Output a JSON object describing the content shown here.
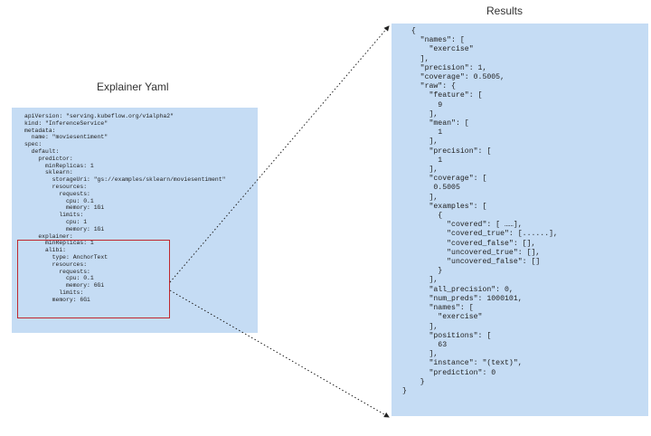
{
  "left_title": "Explainer Yaml",
  "right_title": "Results",
  "yaml_lines": [
    "apiVersion: \"serving.kubeflow.org/v1alpha2\"",
    "kind: \"InferenceService\"",
    "metadata:",
    "  name: \"moviesentiment\"",
    "spec:",
    "  default:",
    "    predictor:",
    "      minReplicas: 1",
    "      sklearn:",
    "        storageUri: \"gs://examples/sklearn/moviesentiment\"",
    "        resources:",
    "          requests:",
    "            cpu: 0.1",
    "            memory: 1Gi",
    "          limits:",
    "            cpu: 1",
    "            memory: 1Gi",
    "    explainer:",
    "      minReplicas: 1",
    "      alibi:",
    "        type: AnchorText",
    "        resources:",
    "          requests:",
    "            cpu: 0.1",
    "            memory: 6Gi",
    "          limits:",
    "        memory: 6Gi"
  ],
  "json_lines": [
    "  {",
    "    \"names\": [",
    "      \"exercise\"",
    "    ],",
    "    \"precision\": 1,",
    "    \"coverage\": 0.5005,",
    "    \"raw\": {",
    "      \"feature\": [",
    "        9",
    "      ],",
    "      \"mean\": [",
    "        1",
    "      ],",
    "      \"precision\": [",
    "        1",
    "      ],",
    "      \"coverage\": [",
    "       0.5005",
    "      ],",
    "      \"examples\": [",
    "        {",
    "          \"covered\": [ ……],",
    "          \"covered_true\": [......],",
    "          \"covered_false\": [],",
    "          \"uncovered_true\": [],",
    "          \"uncovered_false\": []",
    "        }",
    "      ],",
    "      \"all_precision\": 0,",
    "      \"num_preds\": 1000101,",
    "      \"names\": [",
    "        \"exercise\"",
    "      ],",
    "      \"positions\": [",
    "        63",
    "      ],",
    "      \"instance\": \"(text)\",",
    "      \"prediction\": 0",
    "    }",
    "}"
  ]
}
